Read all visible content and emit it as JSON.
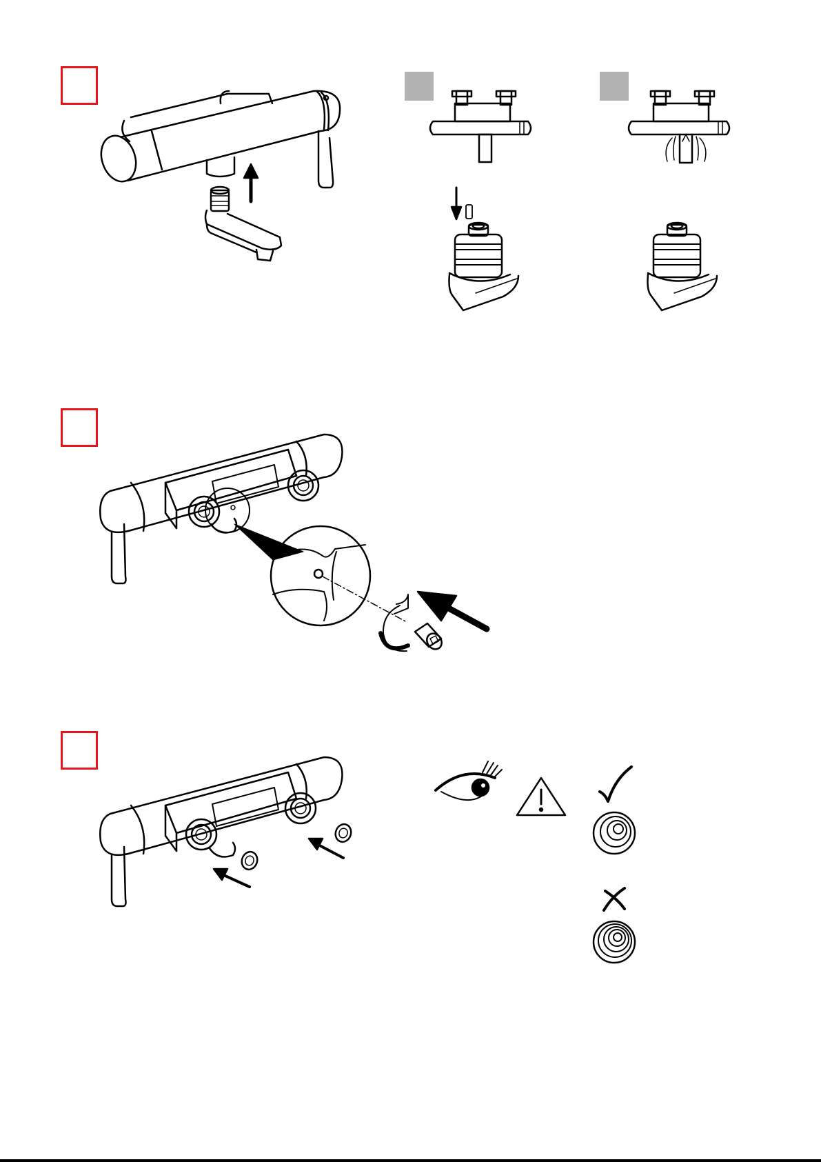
{
  "colors": {
    "step_box_border": "#e8141c",
    "sub_step_fill": "#b3b3b3",
    "line": "#000000"
  },
  "icons": {
    "inspect": "eye-icon",
    "caution": "warning-triangle-icon",
    "correct": "check-mark-icon",
    "incorrect": "cross-mark-icon"
  },
  "steps": [
    {
      "figures": [
        "mixer-body-lift-off",
        "sub-step-a-insert-pin",
        "sub-step-b-flow-check"
      ]
    },
    {
      "figures": [
        "mixer-rear-view",
        "detail-magnifier",
        "grub-screw-fitting"
      ]
    },
    {
      "figures": [
        "mixer-rear-view-seals",
        "seal-inspection"
      ]
    }
  ]
}
